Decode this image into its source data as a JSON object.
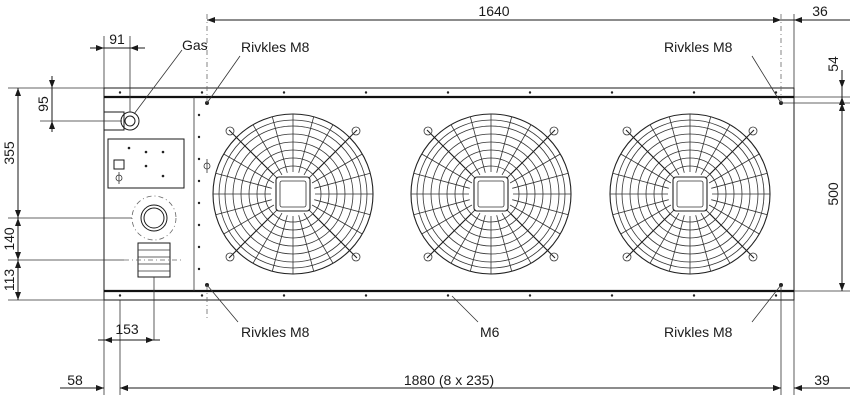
{
  "dimensions": {
    "top_length": "1640",
    "top_right_offset": "36",
    "gas_offset": "91",
    "right_top": "54",
    "fan_height": "500",
    "left_95": "95",
    "left_355": "355",
    "left_140": "140",
    "left_113": "113",
    "bottom_153": "153",
    "bottom_left": "58",
    "bottom_length": "1880 (8 x 235)",
    "bottom_right": "39"
  },
  "labels": {
    "gas": "Gas",
    "rivkles_top_left": "Rivkles M8",
    "rivkles_top_right": "Rivkles M8",
    "rivkles_bottom_left": "Rivkles M8",
    "rivkles_bottom_right": "Rivkles M8",
    "m6": "M6"
  },
  "fans": {
    "count": 3
  }
}
